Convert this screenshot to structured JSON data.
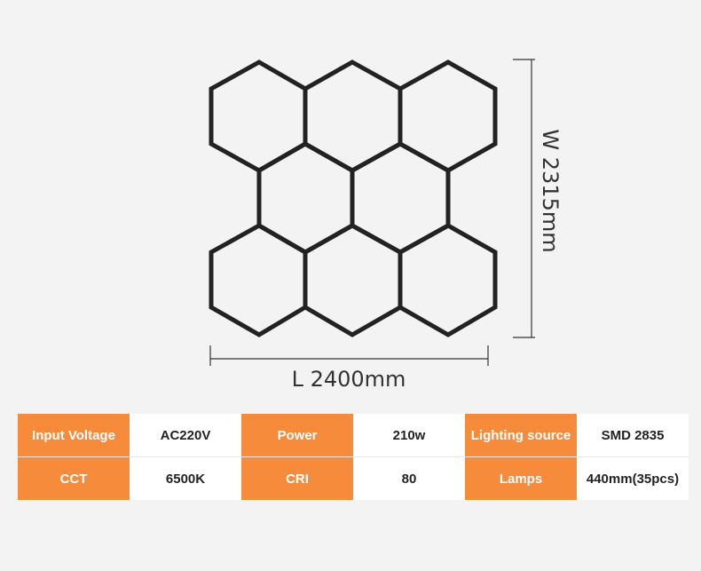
{
  "dimensions": {
    "length_label": "L 2400mm",
    "width_label": "W 2315mm"
  },
  "colors": {
    "accent": "#f68b3c",
    "hexagon_stroke": "#222222",
    "background": "#f3f3f3"
  },
  "specs": [
    [
      {
        "label": "Input Voltage",
        "value": "AC220V"
      },
      {
        "label": "Power",
        "value": "210w"
      },
      {
        "label": "Lighting source",
        "value": "SMD 2835"
      }
    ],
    [
      {
        "label": "CCT",
        "value": "6500K"
      },
      {
        "label": "CRI",
        "value": "80"
      },
      {
        "label": "Lamps",
        "value": "440mm(35pcs)"
      }
    ]
  ]
}
